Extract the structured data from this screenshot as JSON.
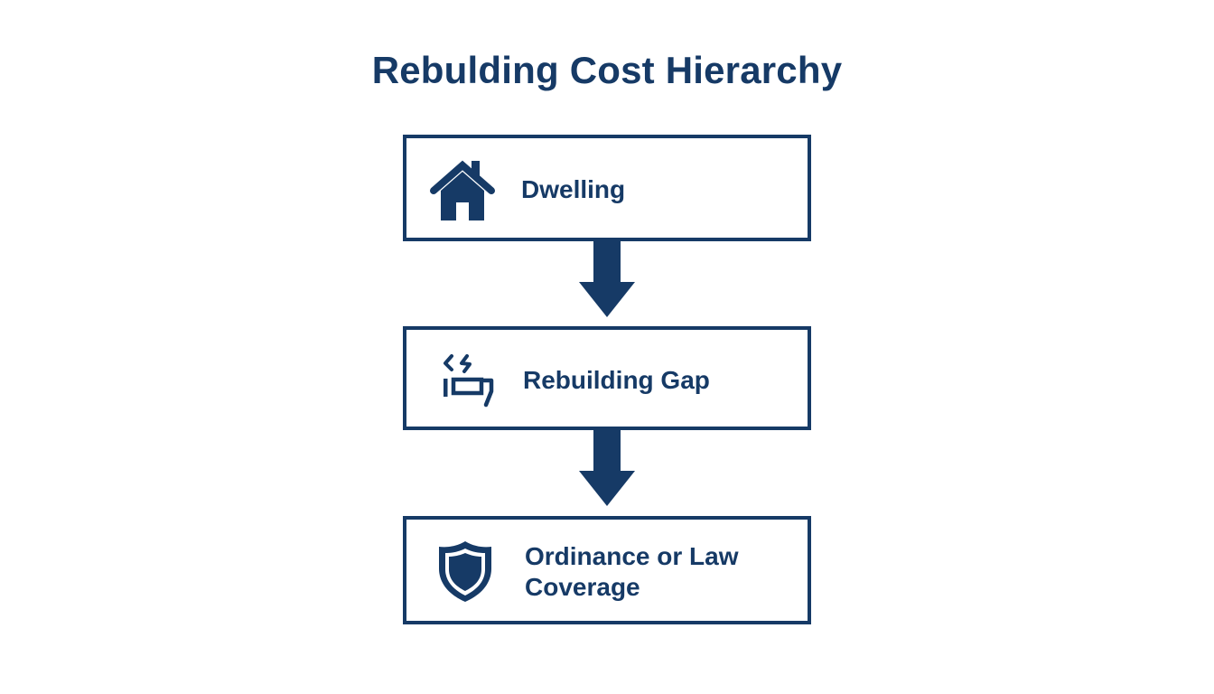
{
  "diagram": {
    "title": "Rebulding Cost Hierarchy",
    "nodes": [
      {
        "label": "Dwelling",
        "icon": "house-icon"
      },
      {
        "label": "Rebuilding Gap",
        "icon": "broken-beam-icon"
      },
      {
        "label_lines": [
          "Ordinance or Law",
          "Coverage"
        ],
        "icon": "shield-icon"
      }
    ],
    "edges": [
      {
        "from": "Dwelling",
        "to": "Rebuilding Gap"
      },
      {
        "from": "Rebuilding Gap",
        "to": "Ordinance or Law Coverage"
      }
    ],
    "colors": {
      "primary": "#163a66",
      "background": "#ffffff"
    }
  }
}
